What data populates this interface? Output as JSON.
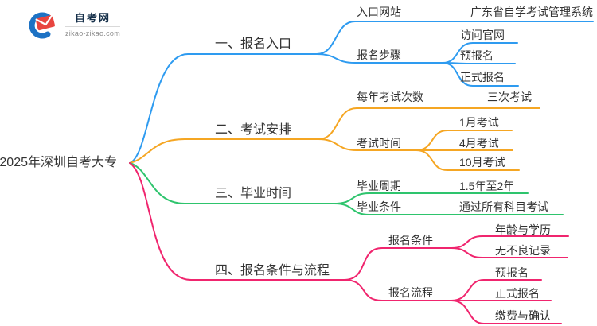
{
  "logo": {
    "name": "自考网",
    "domain": "zikao-zikao.com"
  },
  "root": {
    "label": "2025年深圳自考大专"
  },
  "colors": {
    "branch1": "#2E9BF0",
    "branch2": "#F5A623",
    "branch3": "#2EC46D",
    "branch4": "#F0256E",
    "text": "#333333"
  },
  "tree": {
    "b1": {
      "label": "一、报名入口",
      "entry_site": {
        "label": "入口网站",
        "value": "广东省自学考试管理系统"
      },
      "steps": {
        "label": "报名步骤",
        "items": [
          "访问官网",
          "预报名",
          "正式报名"
        ]
      }
    },
    "b2": {
      "label": "二、考试安排",
      "times_per_year": {
        "label": "每年考试次数",
        "value": "三次考试"
      },
      "exam_time": {
        "label": "考试时间",
        "items": [
          "1月考试",
          "4月考试",
          "10月考试"
        ]
      }
    },
    "b3": {
      "label": "三、毕业时间",
      "cycle": {
        "label": "毕业周期",
        "value": "1.5年至2年"
      },
      "condition": {
        "label": "毕业条件",
        "value": "通过所有科目考试"
      }
    },
    "b4": {
      "label": "四、报名条件与流程",
      "conditions": {
        "label": "报名条件",
        "items": [
          "年龄与学历",
          "无不良记录"
        ]
      },
      "process": {
        "label": "报名流程",
        "items": [
          "预报名",
          "正式报名",
          "缴费与确认"
        ]
      }
    }
  }
}
